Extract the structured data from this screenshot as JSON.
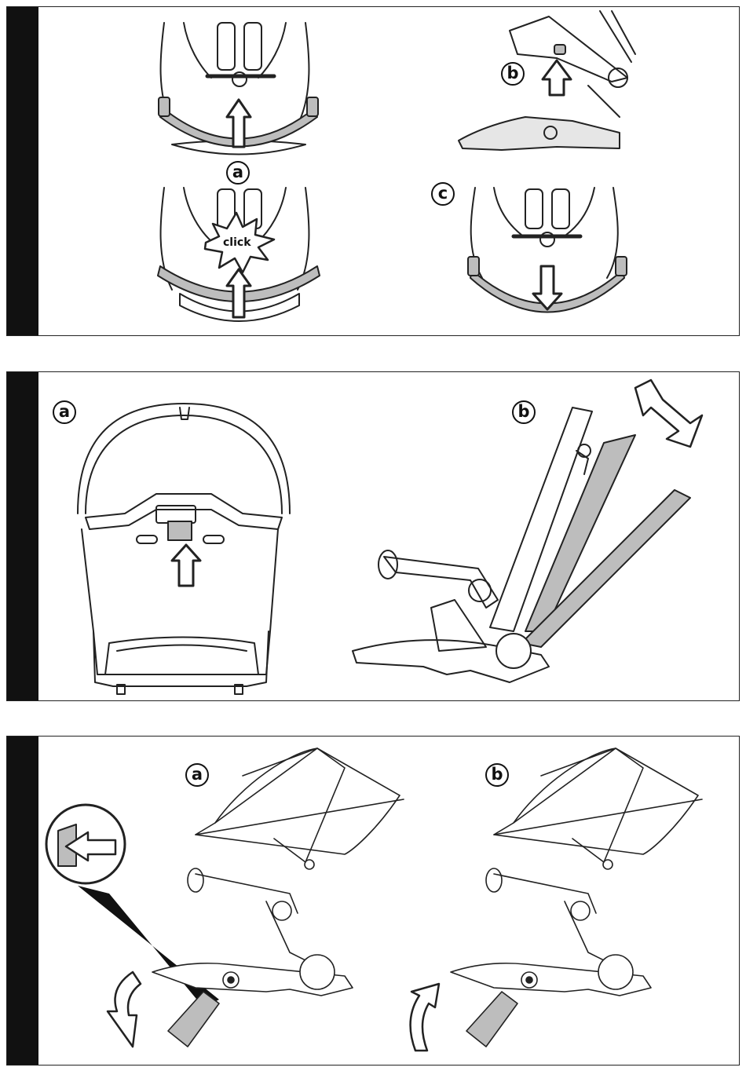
{
  "panel1": {
    "labels": {
      "a": "a",
      "b": "b",
      "c": "c"
    },
    "click_text": "click"
  },
  "panel2": {
    "labels": {
      "a": "a",
      "b": "b"
    }
  },
  "panel3": {
    "labels": {
      "a": "a",
      "b": "b"
    }
  },
  "colors": {
    "bar": "#111111",
    "line": "#222222",
    "fill_gray": "#bdbdbd",
    "fill_light": "#e6e6e6"
  }
}
